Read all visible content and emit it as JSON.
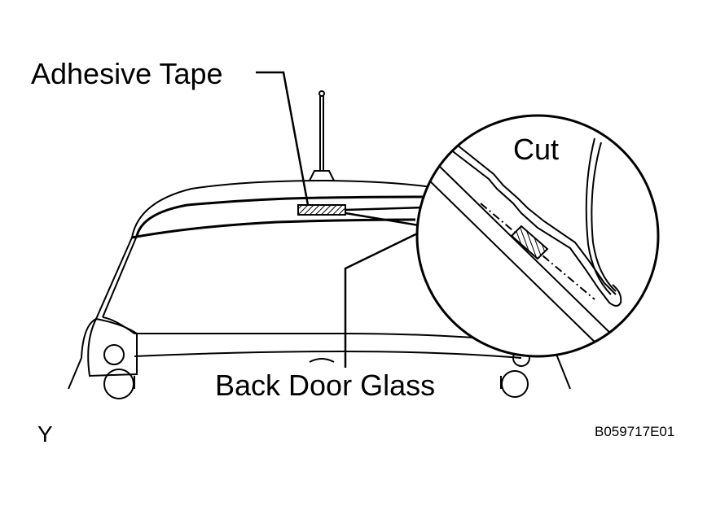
{
  "labels": {
    "adhesive_tape": "Adhesive Tape",
    "cut": "Cut",
    "back_door_glass": "Back Door Glass",
    "corner_mark": "Y",
    "figure_code": "B059717E01"
  },
  "colors": {
    "line": "#000000",
    "background": "#ffffff"
  }
}
